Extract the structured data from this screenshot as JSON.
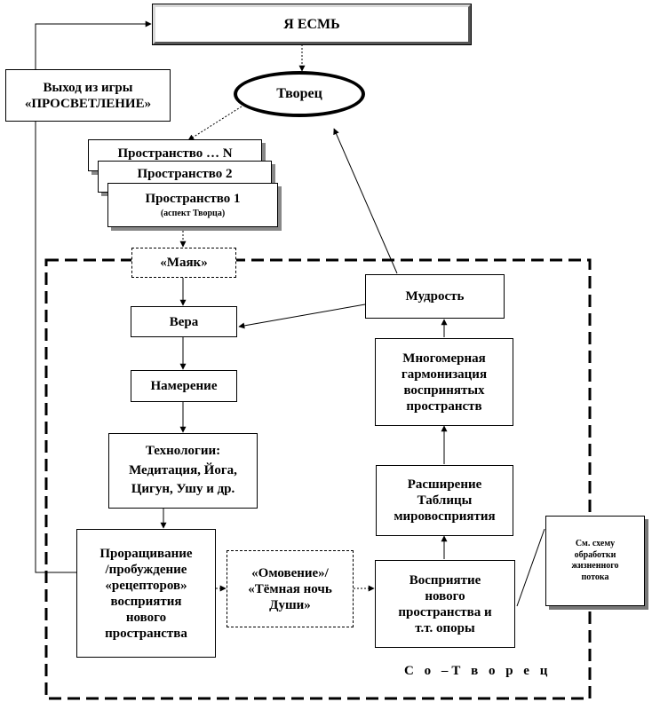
{
  "nodes": {
    "i_am": "Я ЕСМЬ",
    "creator": "Творец",
    "exit_game": [
      "Выход из игры",
      "«ПРОСВЕТЛЕНИЕ»"
    ],
    "space_n": "Пространство … N",
    "space_2": "Пространство 2",
    "space_1": "Пространство 1",
    "space_1_sub": "(аспект Творца)",
    "mayak": "«Маяк»",
    "faith": "Вера",
    "intention": "Намерение",
    "technologies": [
      "Технологии:",
      "Медитация, Йога,",
      "Цигун, Ушу и др."
    ],
    "sprouting": [
      "Проращивание",
      "/пробуждение",
      "«рецепторов»",
      "восприятия",
      "нового",
      "пространства"
    ],
    "ablution": [
      "«Омовение»/",
      "«Тёмная ночь",
      "Души»"
    ],
    "perception": [
      "Восприятие",
      "нового",
      "пространства и",
      "т.т. опоры"
    ],
    "expansion": [
      "Расширение",
      "Таблицы",
      "мировосприятия"
    ],
    "harmonization": [
      "Многомерная",
      "гармонизация",
      "воспринятых",
      "пространств"
    ],
    "wisdom": "Мудрость",
    "see_scheme": [
      "См. схему",
      "обработки",
      "жизненного",
      "потока"
    ]
  },
  "region_label": "С о –Т в о р е ц"
}
